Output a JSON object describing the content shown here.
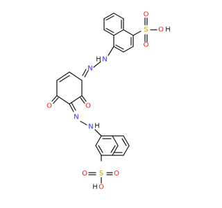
{
  "structure": {
    "palette": {
      "carbon": "#1a1a1a",
      "nitrogen": "#2f2ff2",
      "oxygen": "#ee2020",
      "sulfur": "#c7a000",
      "hydrogen": "#1a1a1a",
      "background": "#ffffff"
    },
    "labels": {
      "sulfonic_top": {
        "s": "S",
        "o_up": "O",
        "o_down": "O",
        "o_hydroxyl": "O",
        "h": "H"
      },
      "azo_top": {
        "n_outer": "N",
        "n_inner": "N",
        "h": "H"
      },
      "ring_carbonyls": {
        "o_left": "O",
        "o_right": "O"
      },
      "azo_bottom": {
        "n_outer": "N",
        "n_inner": "N",
        "h": "H"
      },
      "sulfonic_bottom": {
        "s": "S",
        "o_left": "O",
        "o_right": "O",
        "o_hydroxyl": "O",
        "h": "H"
      }
    }
  }
}
